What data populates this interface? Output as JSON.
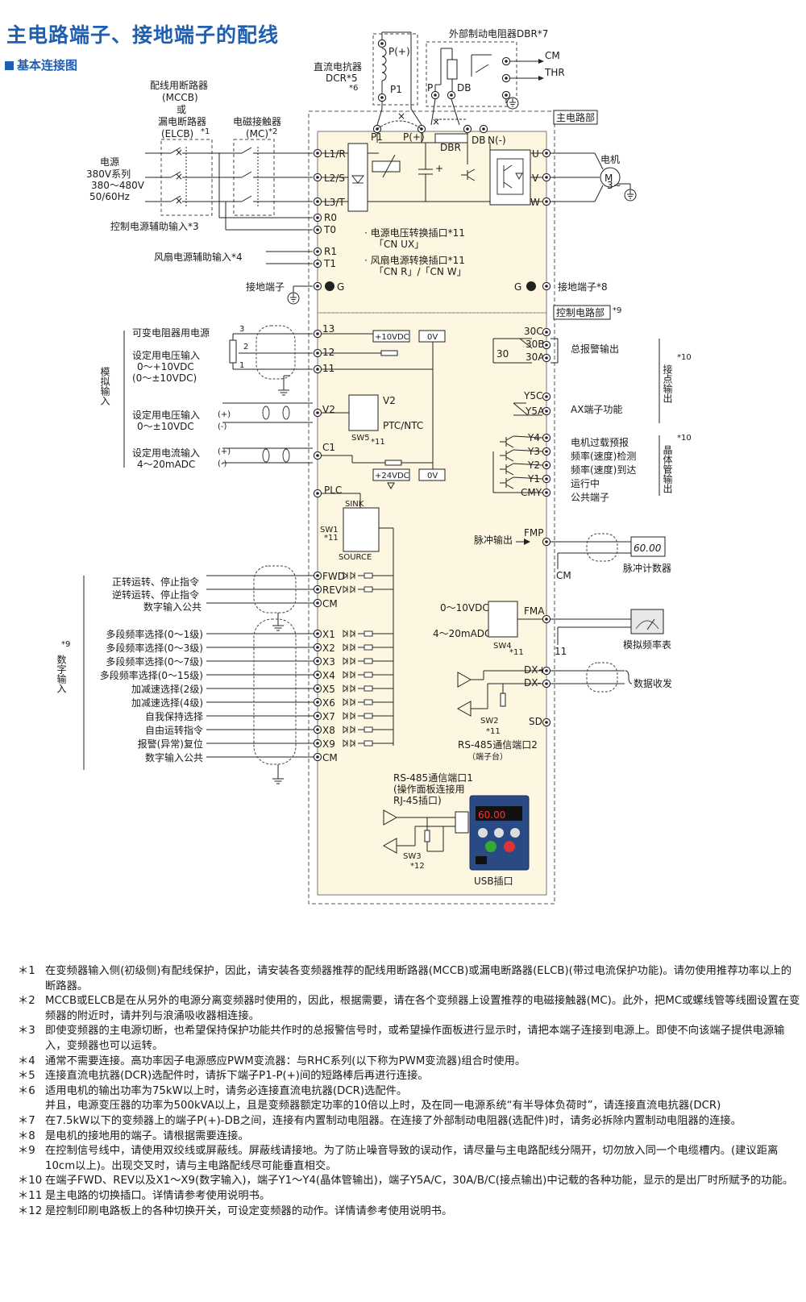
{
  "title": "主电路端子、接地端子的配线",
  "subtitle": "基本连接图",
  "colors": {
    "accent": "#1f5fb0",
    "panel": "#fdf6e0",
    "line": "#2a2a2a"
  },
  "labels": {
    "breaker_1": "配线用断路器",
    "breaker_2": "(MCCB)",
    "breaker_3": "或",
    "breaker_4": "漏电断路器",
    "breaker_5": "(ELCB)",
    "breaker_note": "*1",
    "contactor_1": "电磁接触器",
    "contactor_2": "(MC)",
    "contactor_note": "*2",
    "power_1": "电源",
    "power_2": "380V系列",
    "power_3": "380～480V",
    "power_4": "50/60Hz",
    "ctrl_aux": "控制电源辅助输入*3",
    "fan_aux": "风扇电源辅助输入*4",
    "ground_term": "接地端子",
    "dcr_1": "直流电抗器",
    "dcr_2": "DCR*5",
    "dcr_3": "*6",
    "dbr": "外部制动电阻器DBR*7",
    "cm": "CM",
    "thr": "THR",
    "main_circuit": "主电路部",
    "ctrl_circuit": "控制电路部",
    "ctrl_note": "*9",
    "motor": "电机",
    "motor_m": "M",
    "motor_3": "3~",
    "ground_term8": "接地端子*8",
    "cn_ux_1": "· 电源电压转换插口*11",
    "cn_ux_2": "「CN UX」",
    "cn_r_1": "· 风扇电源转换插口*11",
    "cn_r_2": "「CN R」/「CN W」",
    "vr_power": "可变电阻器用电源",
    "set_v1": "设定用电压输入",
    "set_v1b": "0～+10VDC",
    "set_v1c": "(0～±10VDC)",
    "analog_in": "模拟输入",
    "set_v2": "设定用电压输入",
    "set_v2b": "0～±10VDC",
    "set_c1": "设定用电流输入",
    "set_c1b": "4～20mADC",
    "plus": "(+)",
    "minus": "(-)",
    "v10": "+10VDC",
    "ov": "0V",
    "v24": "+24VDC",
    "ptc": "PTC/NTC",
    "sw5": "SW5",
    "sw5n": "*11",
    "sink": "SINK",
    "source": "SOURCE",
    "sw1": "SW1",
    "sw1n": "*11",
    "fwd_cmd": "正转运转、停止指令",
    "rev_cmd": "逆转运转、停止指令",
    "dig_common": "数字输入公共",
    "digital_in": "数字输入",
    "digital_note": "*9",
    "x_labels": [
      "多段频率选择(0～1级)",
      "多段频率选择(0～3级)",
      "多段频率选择(0～7级)",
      "多段频率选择(0～15级)",
      "加减速选择(2级)",
      "加减速选择(4级)",
      "自我保持选择",
      "自由运转指令",
      "报警(异常)复位",
      "数字输入公共"
    ],
    "total_alarm": "总报警输出",
    "contact_out": "接点输出",
    "contact_note": "*10",
    "ax": "AX端子功能",
    "y_labels": [
      "电机过载预报",
      "频率(速度)检测",
      "频率(速度)到达",
      "运行中",
      "公共端子"
    ],
    "transistor_out": "晶体管输出",
    "transistor_note": "*10",
    "pulse_out": "脉冲输出",
    "pulse_counter": "脉冲计数器",
    "display_val": "60.00",
    "vout": "0～10VDC",
    "iout": "4～20mADC",
    "sw4": "SW4",
    "sw4n": "*11",
    "analog_meter": "模拟频率表",
    "data_tx": "数据收发",
    "sw2": "SW2",
    "sw2n": "*11",
    "rs485_2a": "RS-485通信端口2",
    "rs485_2b": "（端子台）",
    "rs485_1a": "RS-485通信端口1",
    "rs485_1b": "(操作面板连接用",
    "rs485_1c": "RJ-45插口)",
    "sw3": "SW3",
    "sw3n": "*12",
    "usb": "USB插口",
    "panel_display": "60.00"
  },
  "terminals": {
    "L1": "L1/R",
    "L2": "L2/S",
    "L3": "L3/T",
    "R0": "R0",
    "T0": "T0",
    "R1": "R1",
    "T1": "T1",
    "G": "G",
    "P1": "P1",
    "P": "P(+)",
    "DB": "DB",
    "N": "N(-)",
    "DBR": "DBR",
    "U": "U",
    "V": "V",
    "W": "W",
    "t13": "13",
    "t12": "12",
    "t11": "11",
    "V2": "V2",
    "C1": "C1",
    "PLC": "PLC",
    "FWD": "FWD",
    "REV": "REV",
    "CM": "CM",
    "X": [
      "X1",
      "X2",
      "X3",
      "X4",
      "X5",
      "X6",
      "X7",
      "X8",
      "X9"
    ],
    "t30C": "30C",
    "t30B": "30B",
    "t30A": "30A",
    "t30": "30",
    "Y5C": "Y5C",
    "Y5A": "Y5A",
    "Y4": "Y4",
    "Y3": "Y3",
    "Y2": "Y2",
    "Y1": "Y1",
    "CMY": "CMY",
    "FMP": "FMP",
    "FMA": "FMA",
    "DXp": "DX+",
    "DXm": "DX-",
    "SD": "SD",
    "n1": "1",
    "n2": "2",
    "n3": "3",
    "n11b": "11",
    "dcrP": "P(+)",
    "dcrP1": "P1",
    "dbrP": "P",
    "dbrDB": "DB"
  },
  "notes": [
    {
      "mark": "*1",
      "text": "在变频器输入侧(初级侧)有配线保护，因此，请安装各变频器推荐的配线用断路器(MCCB)或漏电断路器(ELCB)(带过电流保护功能)。请勿使用推荐功率以上的断路器。"
    },
    {
      "mark": "*2",
      "text": "MCCB或ELCB是在从另外的电源分离变频器时使用的，因此，根据需要，请在各个变频器上设置推荐的电磁接触器(MC)。此外，把MC或螺线管等线圈设置在变频器的附近时，请并列与浪涌吸收器相连接。"
    },
    {
      "mark": "*3",
      "text": "即使变频器的主电源切断，也希望保持保护功能共作时的总报警信号时，或希望操作面板进行显示时，请把本端子连接到电源上。即使不向该端子提供电源输入，变频器也可以运转。"
    },
    {
      "mark": "*4",
      "text": "通常不需要连接。高功率因子电源感应PWM变流器：与RHC系列(以下称为PWM变流器)组合时使用。"
    },
    {
      "mark": "*5",
      "text": "连接直流电抗器(DCR)选配件时，请拆下端子P1-P(+)间的短路棒后再进行连接。"
    },
    {
      "mark": "*6",
      "text": "适用电机的输出功率为75kW以上时，请务必连接直流电抗器(DCR)选配件。"
    },
    {
      "mark": "",
      "text": "并且，电源变压器的功率为500kVA以上，且是变频器额定功率的10倍以上时，及在同一电源系统“有半导体负荷时”，请连接直流电抗器(DCR)"
    },
    {
      "mark": "*7",
      "text": "在7.5kW以下的变频器上的端子P(+)-DB之间，连接有内置制动电阻器。在连接了外部制动电阻器(选配件)时，请务必拆除内置制动电阻器的连接。"
    },
    {
      "mark": "*8",
      "text": "是电机的接地用的端子。请根据需要连接。"
    },
    {
      "mark": "*9",
      "text": "在控制信号线中，请使用双绞线或屏蔽线。屏蔽线请接地。为了防止噪音导致的误动作，请尽量与主电路配线分隔开，切勿放入同一个电缆槽内。(建议距离10cm以上)。出现交叉时，请与主电路配线尽可能垂直相交。"
    },
    {
      "mark": "*10",
      "text": "在端子FWD、REV以及X1～X9(数字输入)，端子Y1～Y4(晶体管输出)，端子Y5A/C，30A/B/C(接点输出)中记载的各种功能，显示的是出厂时所赋予的功能。"
    },
    {
      "mark": "*11",
      "text": "是主电路的切换插口。详情请参考使用说明书。"
    },
    {
      "mark": "*12",
      "text": "是控制印刷电路板上的各种切换开关，可设定变频器的动作。详情请参考使用说明书。"
    }
  ]
}
